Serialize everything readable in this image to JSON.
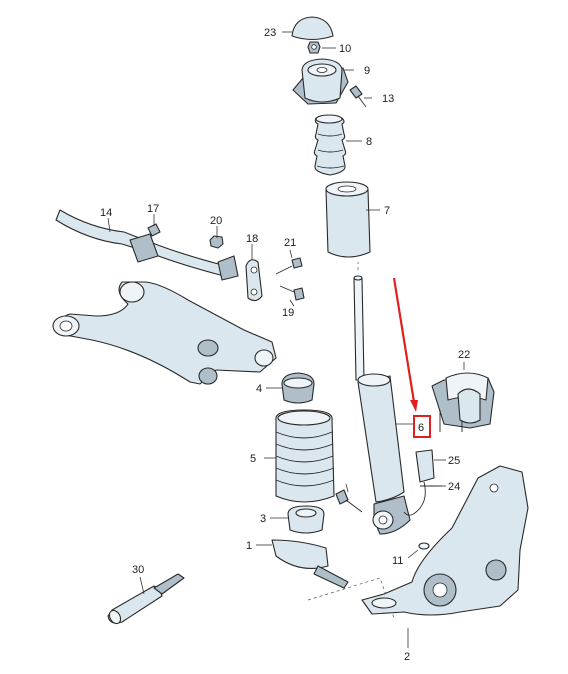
{
  "diagram": {
    "highlight_color": "#e0201e",
    "callouts": {
      "c1": "1",
      "c2": "2",
      "c3": "3",
      "c4": "4",
      "c5": "5",
      "c6": "6",
      "c7": "7",
      "c8": "8",
      "c9": "9",
      "c10": "10",
      "c11": "11",
      "c13": "13",
      "c14": "14",
      "c17": "17",
      "c18": "18",
      "c19": "19",
      "c20": "20",
      "c21": "21",
      "c22": "22",
      "c23": "23",
      "c24": "24",
      "c25": "25",
      "c30": "30"
    }
  }
}
